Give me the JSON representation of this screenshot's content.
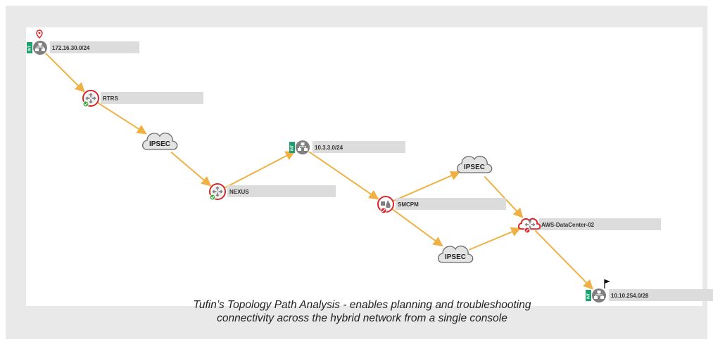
{
  "diagram": {
    "nodes": [
      {
        "id": "n1",
        "type": "network",
        "label": "172.16.30.0/24",
        "marker": "location-pin"
      },
      {
        "id": "n2",
        "type": "router",
        "label": "RTRS",
        "status": "ok"
      },
      {
        "id": "n3",
        "type": "cloud",
        "label": "IPSEC"
      },
      {
        "id": "n4",
        "type": "router",
        "label": "NEXUS",
        "status": "ok"
      },
      {
        "id": "n5",
        "type": "network",
        "label": "10.3.3.0/24"
      },
      {
        "id": "n6",
        "type": "firewall",
        "label": "SMCPM",
        "status": "blocked"
      },
      {
        "id": "n7",
        "type": "cloud",
        "label": "IPSEC"
      },
      {
        "id": "n8",
        "type": "cloud",
        "label": "IPSEC"
      },
      {
        "id": "n9",
        "type": "cloud-router",
        "label": "AWS-DataCenter-02",
        "status": "blocked"
      },
      {
        "id": "n10",
        "type": "network",
        "label": "10.10.254.0/28",
        "marker": "flag"
      }
    ],
    "edges": [
      {
        "from": "n1",
        "to": "n2"
      },
      {
        "from": "n2",
        "to": "n3"
      },
      {
        "from": "n3",
        "to": "n4"
      },
      {
        "from": "n4",
        "to": "n5"
      },
      {
        "from": "n5",
        "to": "n6"
      },
      {
        "from": "n6",
        "to": "n7"
      },
      {
        "from": "n6",
        "to": "n8"
      },
      {
        "from": "n7",
        "to": "n9"
      },
      {
        "from": "n8",
        "to": "n9"
      },
      {
        "from": "n9",
        "to": "n10"
      }
    ],
    "colors": {
      "edge": "#f0b144",
      "router_ring": "#d9262c",
      "network_badge": "#1f9e6e",
      "ok": "#3fae3c",
      "blocked": "#d9262c",
      "icon_gray": "#7f7f7f",
      "cloud_fill": "#e3e3e3"
    },
    "badge_text": "INT"
  },
  "caption": {
    "line1": "Tufin’s Topology Path Analysis - enables planning and troubleshooting",
    "line2": "connectivity across the hybrid network from a single console"
  }
}
